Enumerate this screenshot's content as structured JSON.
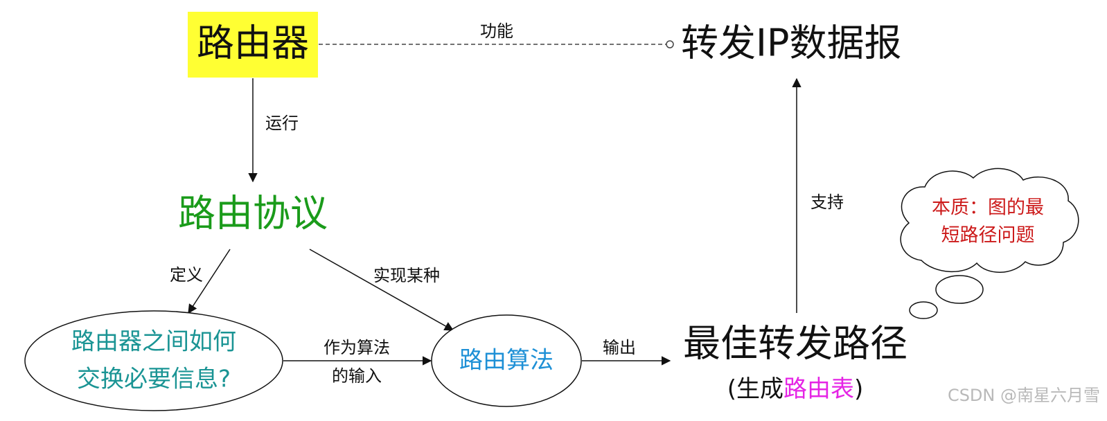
{
  "nodes": {
    "router": {
      "label": "路由器",
      "bg_color": "#ffff33",
      "text_color": "#111111"
    },
    "forward_ip": {
      "label": "转发IP数据报",
      "text_color": "#111111"
    },
    "routing_protocol": {
      "label": "路由协议",
      "text_color": "#1a9b1a"
    },
    "exchange_info": {
      "lines": [
        "路由器之间如何",
        "交换必要信息?"
      ],
      "text_color": "#1a9494"
    },
    "routing_algorithm": {
      "label": "路由算法",
      "text_color": "#1e90d6"
    },
    "best_path": {
      "label": "最佳转发路径",
      "text_color": "#111111"
    },
    "routing_table_note": {
      "open_paren": "(",
      "prefix": "生成",
      "highlight": "路由表",
      "close_paren": ")",
      "text_color": "#111111",
      "highlight_color": "#e524e5"
    },
    "thought_cloud": {
      "lines": [
        "本质：图的最",
        "短路径问题"
      ],
      "text_color": "#cc1a1a"
    }
  },
  "edges": {
    "function": {
      "label": "功能",
      "style": "dashed"
    },
    "run": {
      "label": "运行"
    },
    "define": {
      "label": "定义"
    },
    "implement": {
      "label": "实现某种"
    },
    "as_input": {
      "lines": [
        "作为算法",
        "的输入"
      ]
    },
    "output": {
      "label": "输出"
    },
    "support": {
      "label": "支持"
    }
  },
  "watermark": "CSDN @南星六月雪"
}
